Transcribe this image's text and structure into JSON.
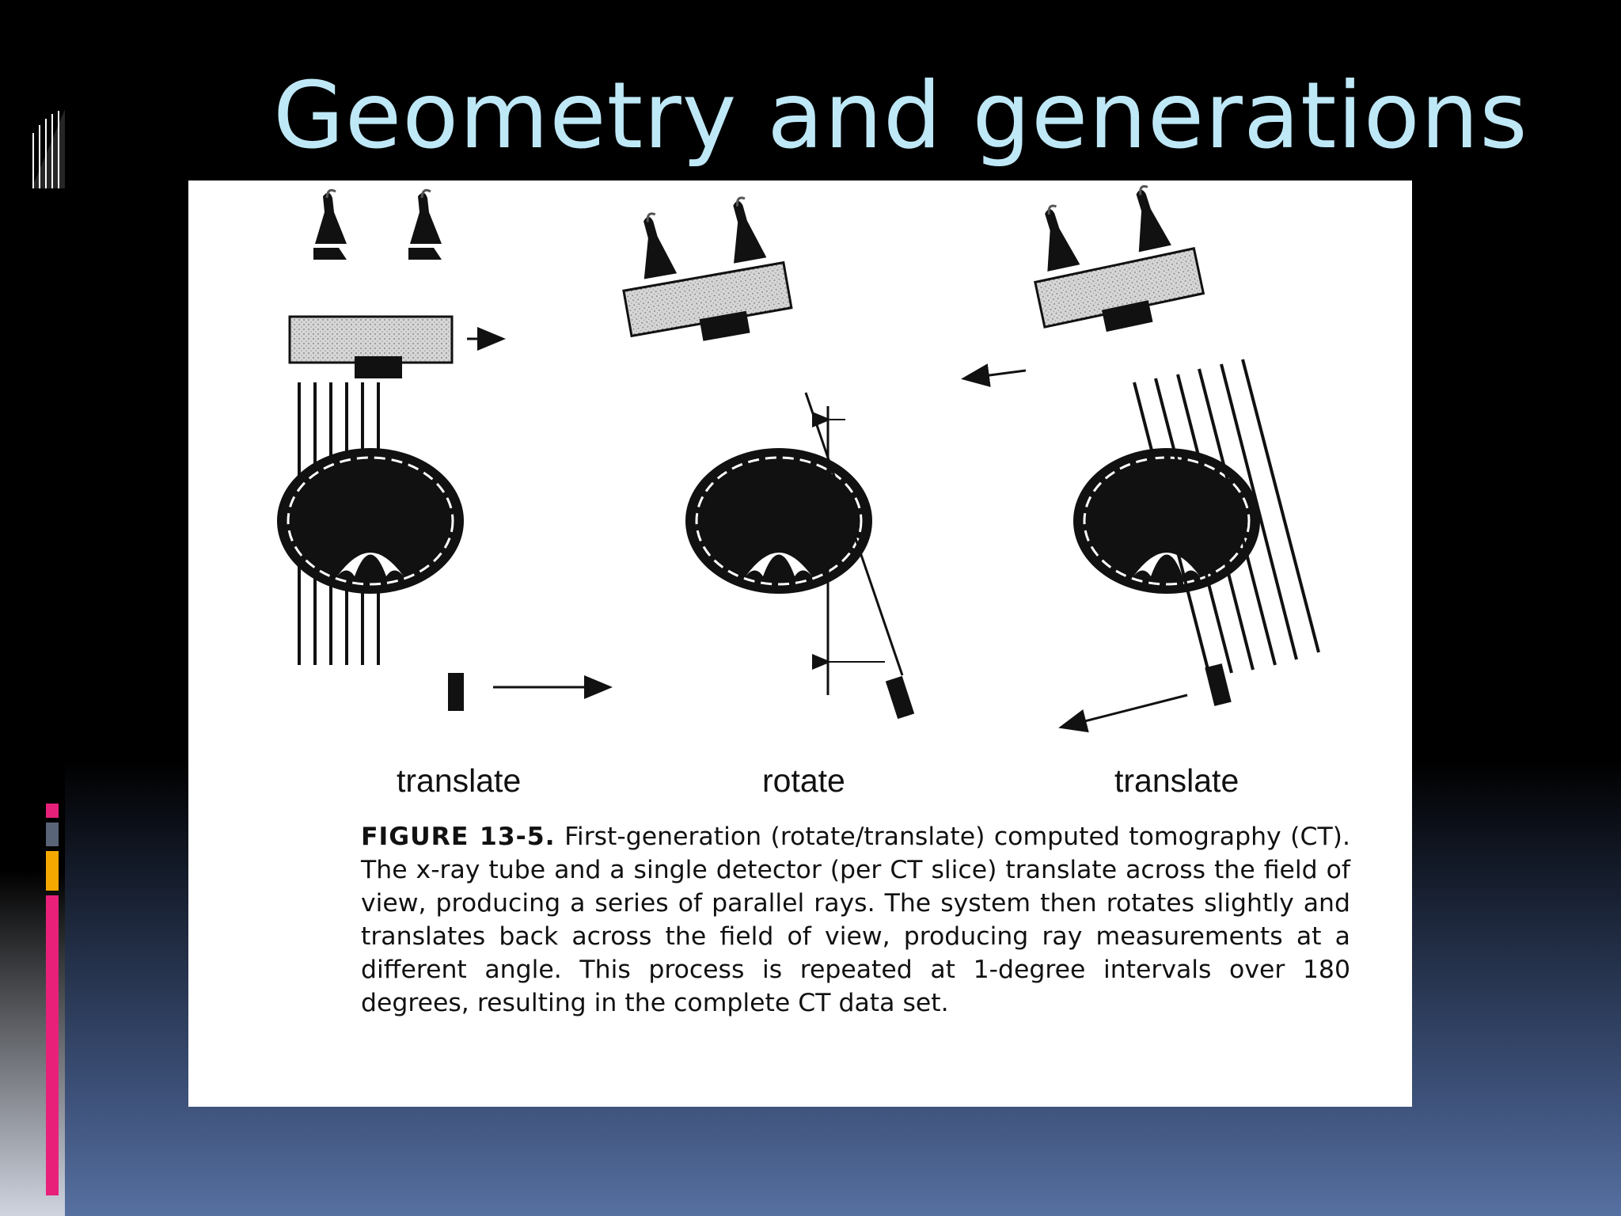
{
  "slide": {
    "title": "Geometry and generations"
  },
  "figure": {
    "panel_labels": [
      "translate",
      "rotate",
      "translate"
    ],
    "caption_label": "FIGURE 13-5.",
    "caption_text": "First-generation (rotate/translate) computed tomography (CT). The x-ray tube and a single detector (per CT slice) translate across the field of view, producing a series of parallel rays. The system then rotates slightly and translates back across the field of view, producing ray measurements at a different angle. This process is repeated at 1-degree intervals over 180 degrees, resulting in the complete CT data set."
  },
  "colors": {
    "title": "#bfe8f7",
    "accent_pink": "#e8207a",
    "accent_gray": "#5a6478",
    "accent_orange": "#f5a800",
    "panel_background": "#ffffff"
  }
}
